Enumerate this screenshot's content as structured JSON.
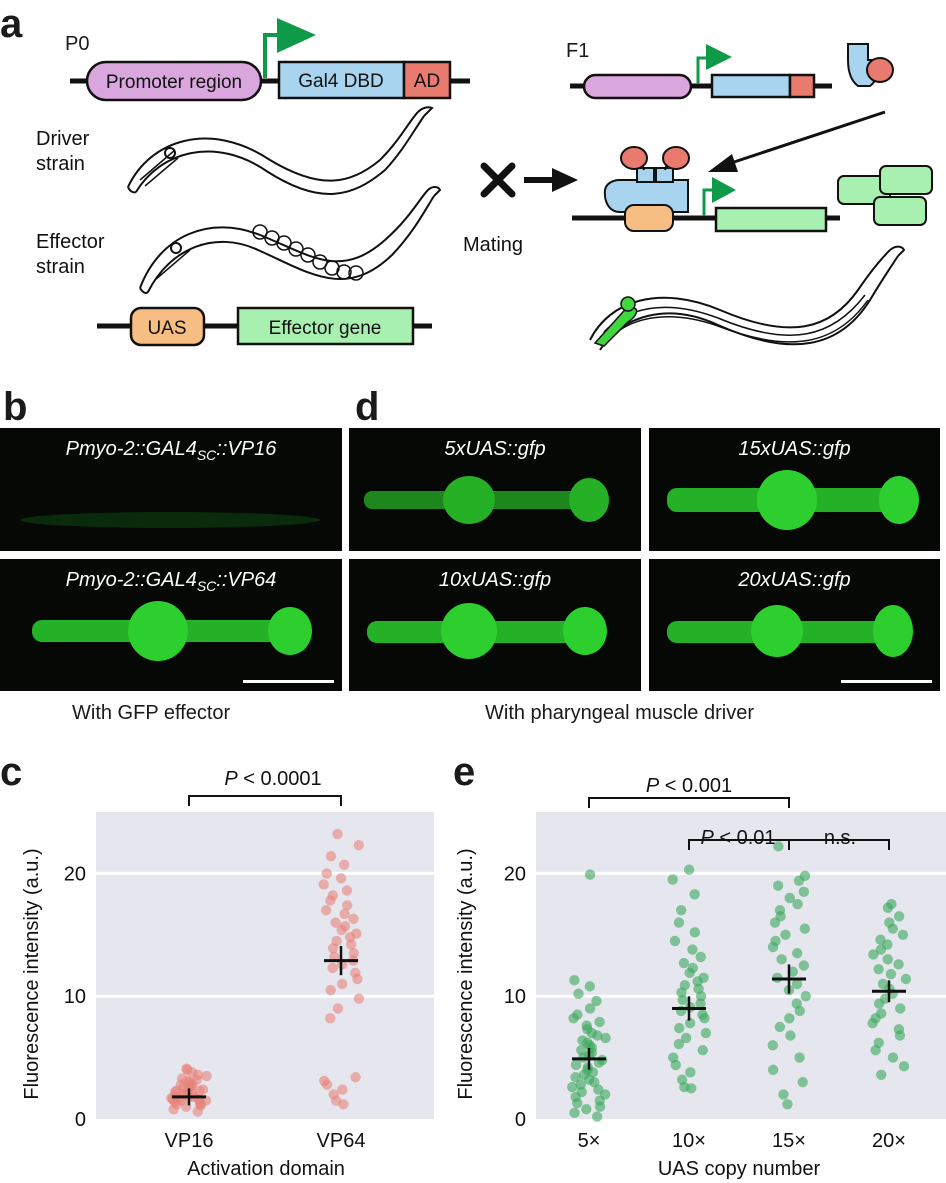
{
  "panel_a": {
    "label": "a",
    "p0": "P0",
    "f1": "F1",
    "promoter": "Promoter region",
    "gal4": "Gal4 DBD",
    "ad": "AD",
    "driver": [
      "Driver",
      "strain"
    ],
    "effector": [
      "Effector",
      "strain"
    ],
    "uas": "UAS",
    "effector_gene": "Effector gene",
    "mating": "Mating",
    "colors": {
      "promoter": "#d9a6dd",
      "gal4": "#a9d4f0",
      "ad": "#e87a6e",
      "uas": "#f7be84",
      "effector": "#a8f0b0",
      "flag": "#0f9a4a",
      "pharynx": "#3fd640"
    }
  },
  "panel_b": {
    "label": "b",
    "top": "Pmyo-2::GAL4",
    "top_sub": "SC",
    "top_tail": "::VP16",
    "bottom": "Pmyo-2::GAL4",
    "bottom_sub": "SC",
    "bottom_tail": "::VP64",
    "caption": "With GFP effector"
  },
  "panel_d": {
    "label": "d",
    "tl": "5xUAS::gfp",
    "tr": "15xUAS::gfp",
    "bl": "10xUAS::gfp",
    "br": "20xUAS::gfp",
    "caption": "With pharyngeal muscle driver"
  },
  "panel_c": {
    "label": "c",
    "ylabel": "Fluorescence intensity (a.u.)",
    "xlabel": "Activation domain",
    "sig_p": "P",
    "sig_rest": " < 0.0001"
  },
  "panel_e": {
    "label": "e",
    "ylabel": "Fluorescence intensity (a.u.)",
    "xlabel": "UAS copy number",
    "sig1_p": "P",
    "sig1_rest": " < 0.001",
    "sig2_p": "P",
    "sig2_rest": " < 0.01",
    "sig3": "n.s."
  },
  "chart_data": [
    {
      "type": "scatter",
      "categories": [
        "VP16",
        "VP64"
      ],
      "xlabel": "Activation domain",
      "ylabel": "Fluorescence intensity (a.u.)",
      "ylim": [
        0,
        25
      ],
      "yticks": [
        0,
        10,
        20
      ],
      "grid": true,
      "color": "#e8837a",
      "means": [
        1.8,
        12.9
      ],
      "sem": [
        0.2,
        0.7
      ],
      "points": [
        [
          0.6,
          0.8,
          1.0,
          1.1,
          1.2,
          1.3,
          1.4,
          1.5,
          1.5,
          1.6,
          1.7,
          1.7,
          1.8,
          1.8,
          1.9,
          2.0,
          2.0,
          2.1,
          2.2,
          2.2,
          2.3,
          2.4,
          2.5,
          2.6,
          2.7,
          2.8,
          2.9,
          3.0,
          3.1,
          3.3,
          3.5,
          3.6,
          3.8,
          4.0,
          4.1,
          1.2,
          1.6,
          2.3,
          2.6,
          3.2
        ],
        [
          1.2,
          1.5,
          2.0,
          2.4,
          2.8,
          3.1,
          3.4,
          8.2,
          9.0,
          9.8,
          10.5,
          11.0,
          11.4,
          11.9,
          12.3,
          12.6,
          12.9,
          13.2,
          13.5,
          13.9,
          14.2,
          14.5,
          14.8,
          15.1,
          15.4,
          15.7,
          16.0,
          16.3,
          16.7,
          17.0,
          17.4,
          17.8,
          18.2,
          18.6,
          19.1,
          19.6,
          20.0,
          20.7,
          21.4,
          22.3,
          23.2
        ]
      ]
    },
    {
      "type": "scatter",
      "categories": [
        "5×",
        "10×",
        "15×",
        "20×"
      ],
      "xlabel": "UAS copy number",
      "ylabel": "Fluorescence intensity (a.u.)",
      "ylim": [
        0,
        25
      ],
      "yticks": [
        0,
        10,
        20
      ],
      "grid": true,
      "color": "#3aa85a",
      "means": [
        4.9,
        9.0,
        11.4,
        10.4
      ],
      "sem": [
        0.4,
        0.5,
        0.7,
        0.4
      ],
      "points": [
        [
          0.2,
          0.5,
          0.8,
          1.0,
          1.3,
          1.5,
          1.8,
          2.0,
          2.2,
          2.4,
          2.6,
          2.8,
          3.0,
          3.2,
          3.4,
          3.6,
          3.8,
          4.0,
          4.2,
          4.4,
          4.6,
          4.8,
          5.0,
          5.2,
          5.4,
          5.6,
          5.8,
          6.0,
          6.2,
          6.4,
          6.6,
          6.8,
          7.0,
          7.3,
          7.6,
          7.9,
          8.2,
          8.5,
          9.0,
          9.6,
          10.2,
          10.8,
          11.3,
          19.9
        ],
        [
          2.5,
          2.6,
          3.2,
          3.8,
          4.4,
          5.0,
          5.6,
          6.1,
          6.6,
          7.0,
          7.4,
          7.8,
          8.2,
          8.5,
          8.8,
          9.1,
          9.4,
          9.7,
          10.0,
          10.3,
          10.6,
          10.9,
          11.2,
          11.5,
          11.9,
          12.3,
          12.7,
          13.2,
          13.8,
          14.5,
          15.2,
          16.0,
          17.0,
          18.3,
          19.5,
          20.3
        ],
        [
          1.2,
          2.0,
          3.0,
          4.0,
          5.0,
          6.0,
          6.8,
          7.5,
          8.2,
          8.8,
          9.4,
          10.0,
          10.5,
          11.0,
          11.5,
          12.0,
          12.5,
          13.0,
          13.5,
          14.0,
          14.5,
          15.0,
          15.5,
          16.0,
          16.5,
          17.0,
          17.5,
          18.0,
          18.5,
          19.0,
          19.4,
          19.8,
          22.2
        ],
        [
          3.6,
          4.3,
          5.0,
          5.6,
          6.2,
          6.8,
          7.3,
          7.8,
          8.2,
          8.6,
          9.0,
          9.4,
          9.8,
          10.2,
          10.6,
          11.0,
          11.4,
          11.8,
          12.2,
          12.6,
          13.0,
          13.4,
          13.8,
          14.2,
          14.6,
          15.0,
          15.5,
          16.0,
          16.5,
          17.2,
          17.5
        ]
      ],
      "comparisons": [
        {
          "groups": [
            "5×",
            "15×"
          ],
          "label": "P < 0.001"
        },
        {
          "groups": [
            "10×",
            "15×"
          ],
          "label": "P < 0.01"
        },
        {
          "groups": [
            "15×",
            "20×"
          ],
          "label": "n.s."
        }
      ]
    }
  ]
}
